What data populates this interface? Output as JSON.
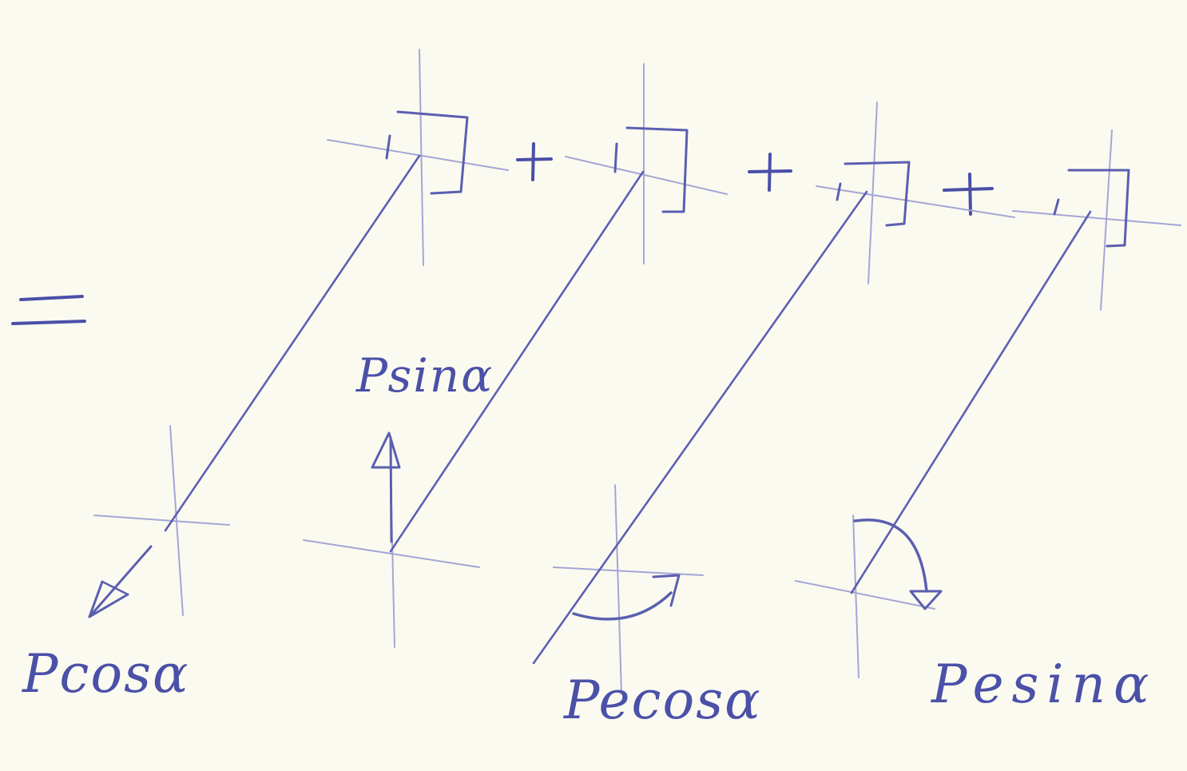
{
  "equation": {
    "equals_sign": "=",
    "plus_signs": [
      "+",
      "+",
      "+"
    ]
  },
  "labels": {
    "p_cos_alpha": "Pcosα",
    "p_sin_alpha": "Psinα",
    "pe_cos_alpha": "Pecosα",
    "pe_sin_alpha": "Pesinα"
  },
  "colors": {
    "paper": "#fbfaf0",
    "ink": "#5a5fb0",
    "guide_lines": "#a4a6d6"
  }
}
